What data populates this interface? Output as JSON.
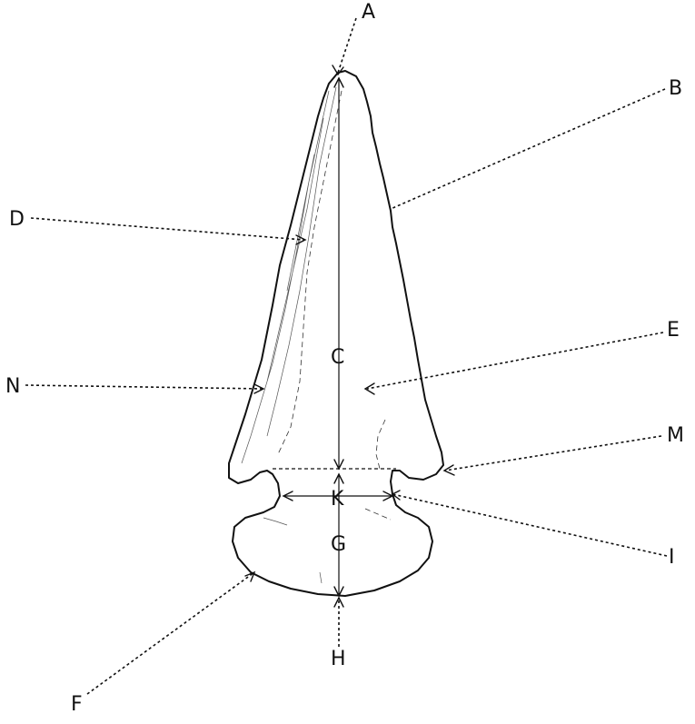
{
  "labels": {
    "A": "A",
    "B": "B",
    "C": "C",
    "D": "D",
    "E": "E",
    "F": "F",
    "G": "G",
    "H": "H",
    "I": "I",
    "K": "K",
    "M": "M",
    "N": "N"
  }
}
